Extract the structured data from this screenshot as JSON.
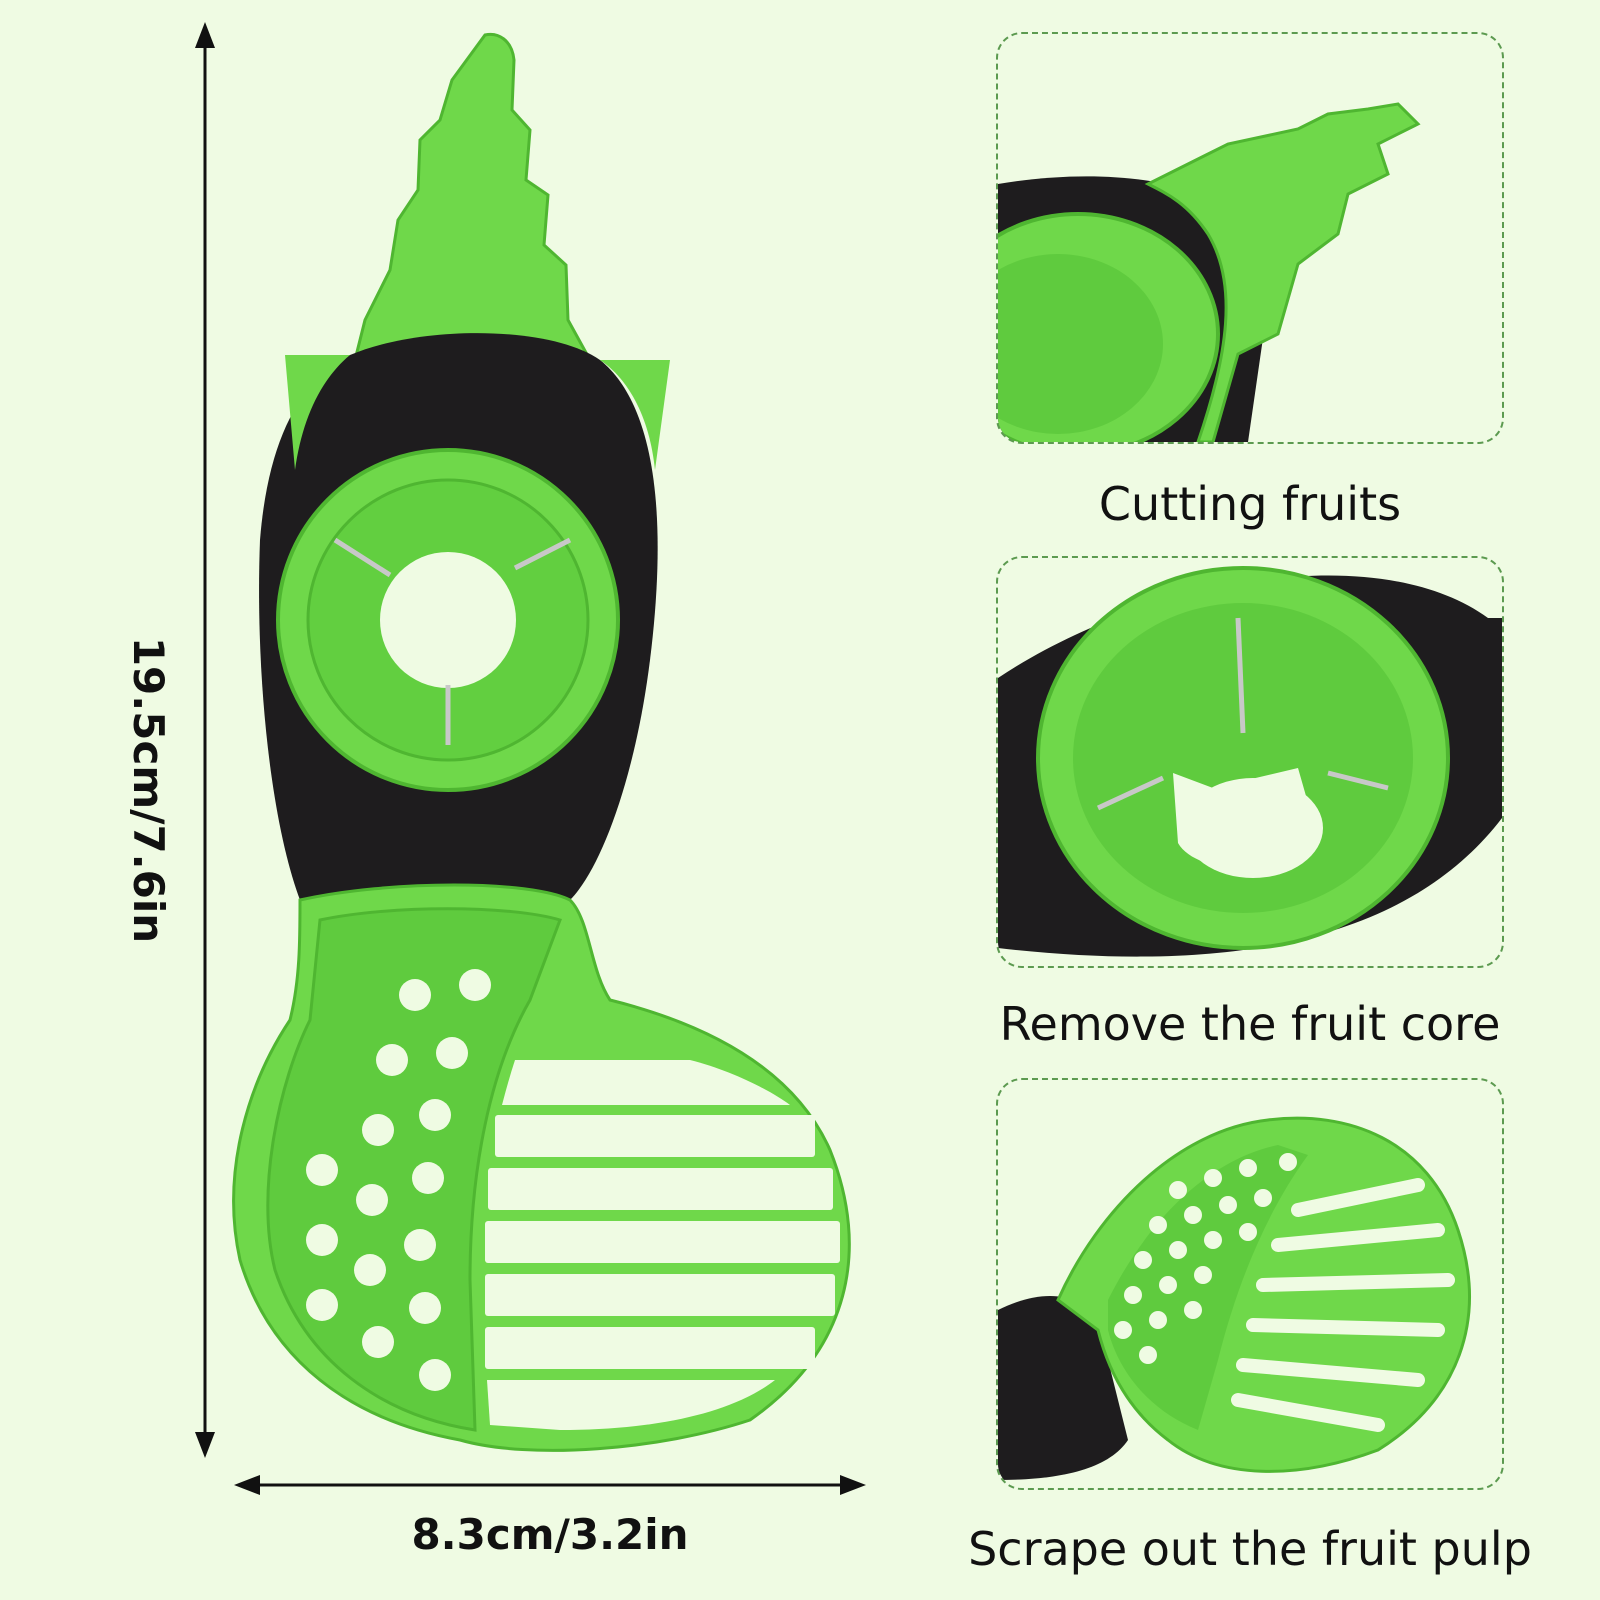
{
  "dimensions": {
    "height_label": "19.5cm/7.6in",
    "width_label": "8.3cm/3.2in"
  },
  "features": [
    {
      "caption": "Cutting fruits",
      "icon": "blade-tip-icon"
    },
    {
      "caption": "Remove the fruit core",
      "icon": "pitter-ring-icon"
    },
    {
      "caption": "Scrape out the fruit pulp",
      "icon": "slicer-scoop-icon"
    }
  ],
  "colors": {
    "background": "#effbe3",
    "tool_green": "#6fd84a",
    "tool_green_dark": "#4fb631",
    "handle_black": "#1e1c1e",
    "dashed_border": "#5c9a50"
  }
}
